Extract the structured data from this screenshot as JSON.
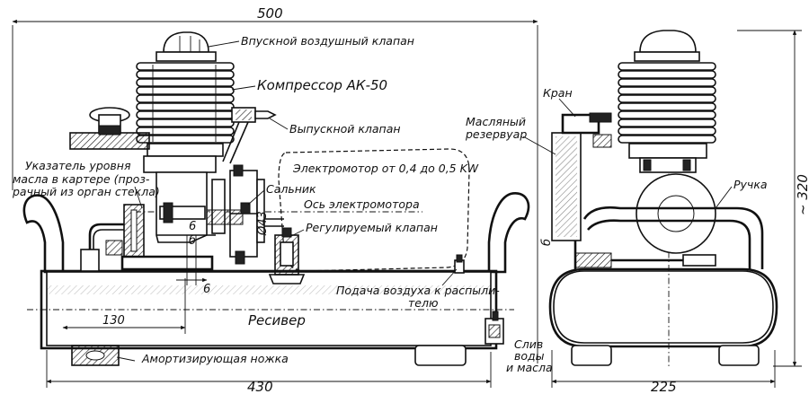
{
  "dimensions": {
    "overall_length": "500",
    "base_length": "430",
    "offset_130": "130",
    "width_225": "225",
    "height_320": "~ 320",
    "d6_top": "6",
    "d6_bottom": "6",
    "d43": "Ø43",
    "d6_side": "б"
  },
  "labels": {
    "intake_valve": "Впускной воздушный клапан",
    "compressor": "Компрессор АК-50",
    "exhaust_valve": "Выпускной клапан",
    "oil_indicator_1": "Указатель уровня",
    "oil_indicator_2": "масла в картере (проз-",
    "oil_indicator_3": "рачный из орган стекла)",
    "motor": "Электромотор от 0,4 до 0,5 KW",
    "gland": "Сальник",
    "motor_axis": "Ось электромотора",
    "reg_valve": "Регулируемый клапан",
    "air_supply_1": "Подача воздуха к распыли-",
    "air_supply_2": "телю",
    "receiver": "Ресивер",
    "foot": "Амортизирующая ножка",
    "drain_1": "Слив",
    "drain_2": "воды",
    "drain_3": "и масла",
    "tap": "Кран",
    "oil_tank_1": "Масляный",
    "oil_tank_2": "резервуар",
    "handle": "Ручка"
  }
}
